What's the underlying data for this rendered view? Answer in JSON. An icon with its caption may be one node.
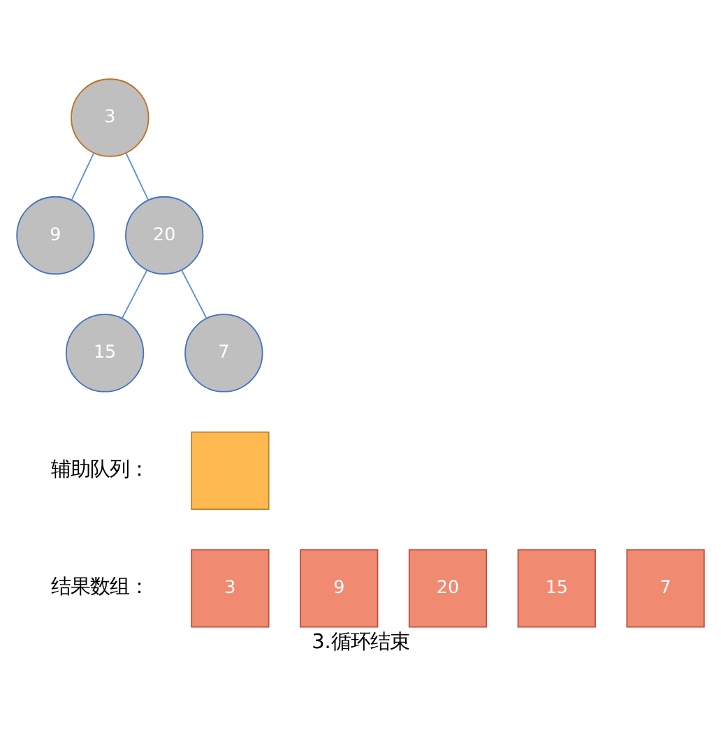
{
  "diagram": {
    "caption": "3.循环结束",
    "nodes": [
      {
        "text": [
          "3"
        ]
      },
      {
        "text": [
          "9"
        ]
      },
      {
        "text": [
          "20"
        ]
      },
      {
        "text": [
          "15"
        ]
      },
      {
        "text": [
          "7"
        ]
      },
      {
        "text": [],
        "shape": "box"
      },
      {
        "text": [
          "3"
        ]
      },
      {
        "text": [
          "9"
        ]
      },
      {
        "text": [
          "20"
        ]
      },
      {
        "text": [
          "15"
        ]
      },
      {
        "text": [
          "7"
        ]
      }
    ],
    "edges": [
      {
        "from": 0,
        "to": 1,
        "arrow": "none"
      },
      {
        "from": 0,
        "to": 2,
        "arrow": "none"
      },
      {
        "from": 2,
        "to": 3,
        "arrow": "none"
      },
      {
        "from": 2,
        "to": 4,
        "arrow": "none"
      }
    ],
    "labels": [
      "辅助队列：",
      "结果数组："
    ]
  }
}
